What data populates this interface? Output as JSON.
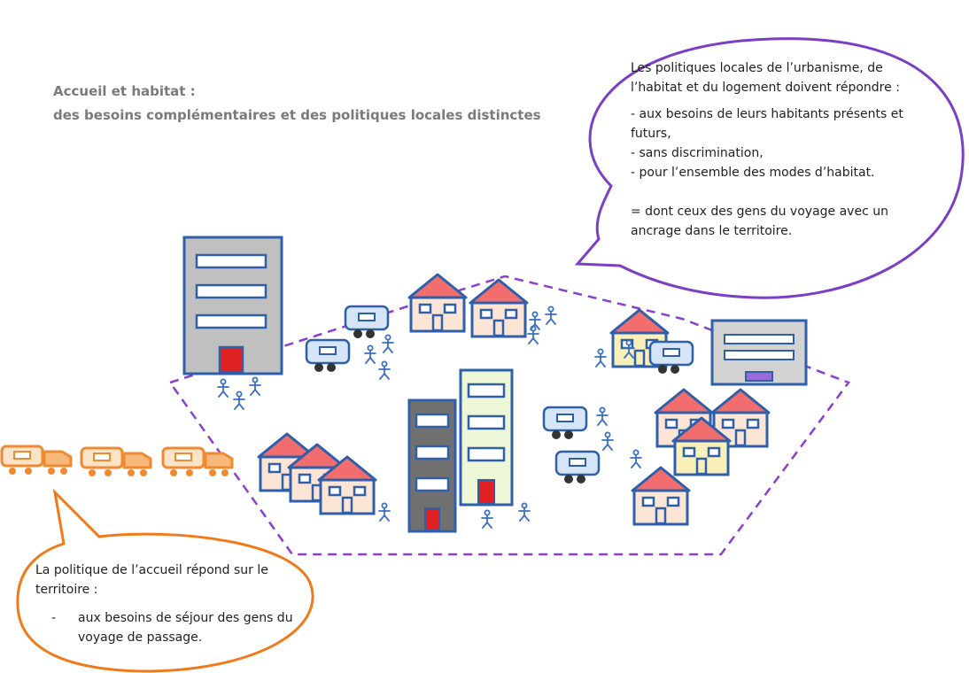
{
  "title": {
    "line1": "Accueil et habitat :",
    "line2": "des besoins complémentaires et des politiques locales distinctes"
  },
  "habitat_bubble": {
    "intro1": "Les politiques locales de l’urbanisme, de",
    "intro2": "l’habitat et du logement doivent répondre :",
    "item1a": "- aux besoins de leurs habitants présents et",
    "item1b": "futurs,",
    "item2": "- sans discrimination,",
    "item3": "- pour l’ensemble des modes d’habitat.",
    "conclusion1": "= dont ceux des gens du voyage avec un",
    "conclusion2": "ancrage dans le territoire.",
    "border_color": "#7a3fc4"
  },
  "accueil_bubble": {
    "intro1": "La politique de l’accueil répond sur le",
    "intro2": "territoire :",
    "bullet": "-",
    "item1": "aux besoins de séjour des gens du",
    "item2": "voyage de passage.",
    "border_color": "#f07a1a"
  },
  "colors": {
    "territory_outline": "#8a3fd0",
    "building_stroke": "#2f5fa8",
    "roof": "#f26d6d",
    "house_wall": "#fde5d5",
    "door_red": "#e02020",
    "caravan_fill": "#d6e4f7",
    "people": "#3a6fc4",
    "travel_convoy": "#f08a30"
  }
}
